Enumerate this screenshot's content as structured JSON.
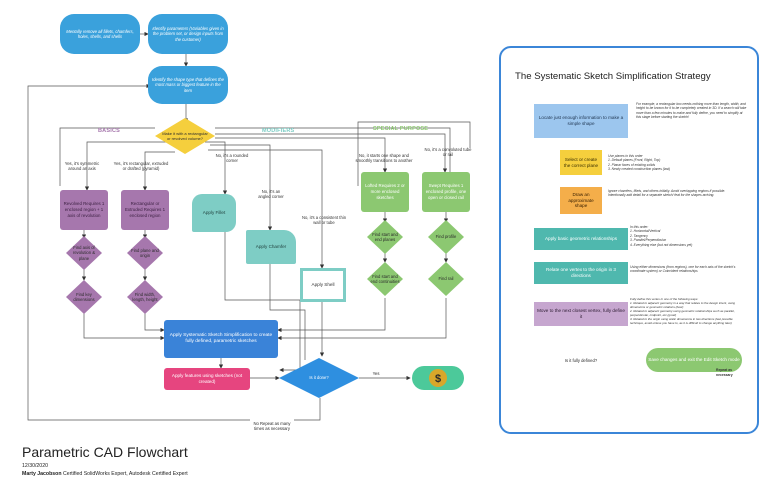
{
  "flow": {
    "start_left": "Mentally remove all fillets, chamfers, holes, shells, and shells",
    "start_right": "Identify parameters (Variables given in the problem set, or design inputs from the customer)",
    "identify_shape": "Identify the shape type that defines the most mass or biggest feature in the item",
    "section_basics": "BASICS",
    "section_modifiers": "MODIFIERS",
    "section_special": "SPECIAL PURPOSE",
    "decision_main": "Make it with a rectangular or revolved volume?",
    "branch_revolve": "Yes, it's symmetric around an axis",
    "branch_extrude": "Yes, it's rectangular, extruded or drafted (pyramid)",
    "branch_fillet": "No, it's a rounded corner",
    "branch_chamfer": "No, it's an angled corner",
    "branch_shell": "No, it's a consistent thin wall or tube",
    "branch_loft": "No, it starts one shape and smoothly transitions to another",
    "branch_sweep": "No, it's a convoluted tube or rail",
    "revolved_box": "Revolved Requires 1 enclosed region + 1 axis of revolution",
    "rectangle_box": "Rectangular or Extruded Requires 1 enclosed region",
    "lofted_box": "Lofted Requires 2 or more enclosed sketches",
    "swept_box": "Swept Requires 1 enclosed profile, one open or closed rail",
    "d_axis": "Find axis of revolution & plane",
    "d_key_dims": "Find key dimensions",
    "d_plane_origin": "Find plane and origin",
    "d_width": "Find width, length, height",
    "d_loft_start": "Find start and end planes",
    "d_loft_cont": "Find start and end continuities",
    "d_profile": "Find profile",
    "d_rail": "Find rail",
    "apply_fillet": "Apply Fillet",
    "apply_chamfer": "Apply Chamfer",
    "apply_shell": "Apply Shell",
    "apply_systematic": "Apply Systematic Sketch Simplification to create fully defined, parametric sketches",
    "apply_features": "Apply features using sketches (not created)",
    "decision_done": "Is it done?",
    "yes_label": "Yes",
    "no_label": "No Repeat as many times as necessary",
    "money_icon": "money-bag-icon"
  },
  "panel": {
    "title": "The Systematic Sketch Simplification Strategy",
    "s1": "Locate just enough information to make a simple shape",
    "s1_note": "For example, a rectangular box needs nothing more than length, width, and height to be known for it to be completely created in 3D. If a search will take more than a few minutes to make and fully define, you need to simplify at this stage before starting the sketch!",
    "s2": "Select or create the correct plane",
    "s2_note": [
      "Use planes in this order",
      "1. Default planes (Front, Right, Top)",
      "2. Planar faces of existing solids",
      "3. Newly created construction planes (last)"
    ],
    "s3": "Draw an approximate shape",
    "s3_note": "Ignore chamfers, fillets, and others initially. Avoid overlapping regions if possible. Intentionally add detail for a separate sketch/ feat for the shapes arriving.",
    "s4": "Apply basic geometric relationships",
    "s4_note": [
      "In this order:",
      "1. Horizontal/Vertical",
      "2. Tangency",
      "3. Parallel/Perpendicular",
      "4. Everything else (but not dimensions yet)"
    ],
    "s5": "Relate one vertex to the origin in 3 directions",
    "s5_note": "Using either dimensions (from regions), one for each axis of the sketch's coordinate system) or Coincident relationships",
    "s6": "Move to the next closest vertex, fully define it",
    "s6_note": [
      "Fully define this vertex in one of the following ways:",
      "1. Related to adjacent geometry in a way that relates to the design intent, using dimensions or geometric relations (best)",
      "2. Related to adjacent geometry using geometric relationships such as parallel, perpendicular, midpoint, etc (good)",
      "3. Related to the origin using static dimensions in two directions (last possible technique, avoid unless you have to, as it is difficult to change anything later)"
    ],
    "d_defined": "Is it fully defined?",
    "save": "Save changes and exit the Edit Sketch mode",
    "repeat": "Repeat as necessary"
  },
  "footer": {
    "title": "Parametric CAD Flowchart",
    "date": "12/30/2020",
    "author_name": "Marty Jacobson",
    "author_creds": "Certified SolidWorks Expert, Autodesk Certified Expert"
  },
  "colors": {
    "blue_pill": "#3aa1dc",
    "decision_yellow": "#f5cf3d",
    "purple": "#a677ad",
    "green": "#8cc871",
    "teal": "#7ecdc5",
    "blue_action": "#3a83d8",
    "pink_action": "#e6457f",
    "done_blue": "#2e8fe0",
    "money_green": "#4cc99a",
    "panel_blue": "#9cc6ee",
    "panel_yellow": "#f5cf3d",
    "panel_orange": "#f4ae4a",
    "panel_teal": "#4fb8ae",
    "panel_purple": "#c6a6cf",
    "panel_green": "#8cc871"
  }
}
